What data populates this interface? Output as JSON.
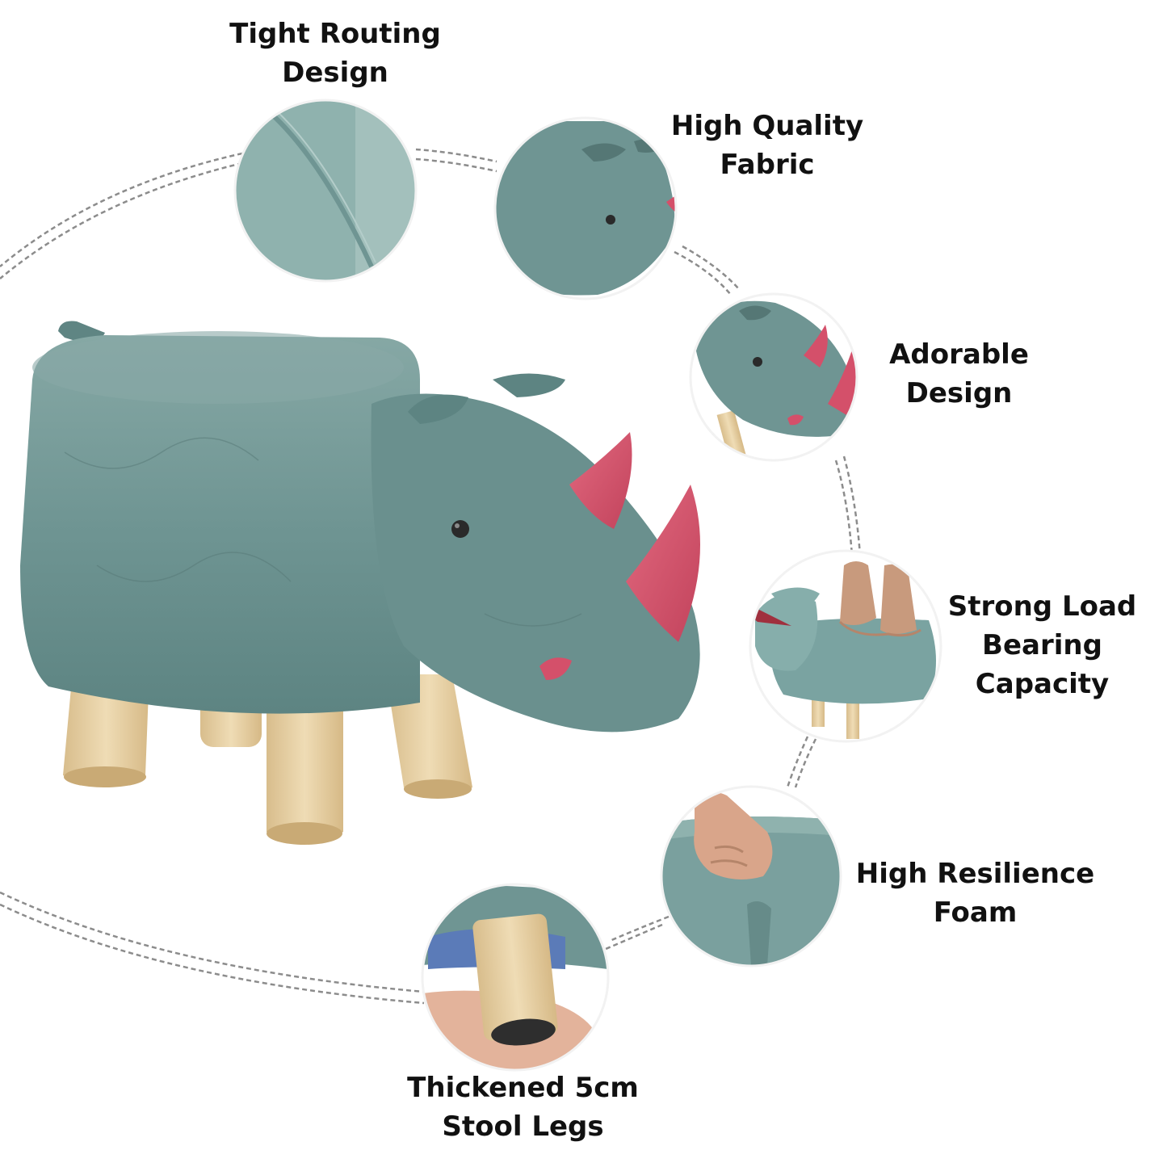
{
  "features": [
    {
      "line1": "Tight Routing",
      "line2": "Design"
    },
    {
      "line1": "High Quality",
      "line2": "Fabric"
    },
    {
      "line1": "Adorable",
      "line2": "Design"
    },
    {
      "line1": "Strong Load",
      "line2": "Bearing",
      "line3": "Capacity"
    },
    {
      "line1": "High Resilience",
      "line2": "Foam"
    },
    {
      "line1": "Thickened 5cm",
      "line2": "Stool Legs"
    }
  ],
  "colors": {
    "fabric": "#6f9593",
    "fabric_dark": "#557775",
    "fabric_light": "#8fb2ae",
    "horn": "#d4506a",
    "wood": "#e6cfa3",
    "dashed_line": "#8c8c8c",
    "text": "#111111"
  }
}
